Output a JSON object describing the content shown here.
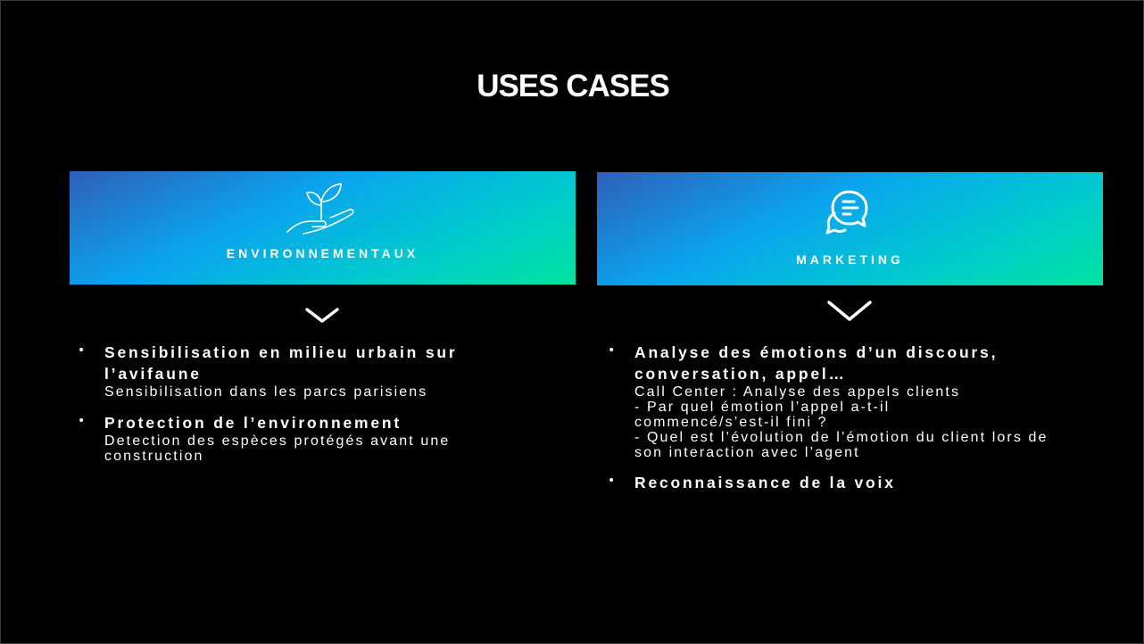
{
  "title": "USES CASES",
  "colors": {
    "background": "#000000",
    "gradient_start": "#2f5fb8",
    "gradient_mid": "#0aa4ee",
    "gradient_end": "#00e3a0",
    "text": "#ffffff"
  },
  "columns": [
    {
      "label": "ENVIRONNEMENTAUX",
      "icon": "hand-plant-icon",
      "items": [
        {
          "title": "Sensibilisation en milieu urbain sur l’avifaune",
          "desc": [
            "Sensibilisation dans les parcs parisiens"
          ]
        },
        {
          "title": "Protection de l’environnement",
          "desc": [
            "Detection des espèces protégés avant une construction"
          ]
        }
      ]
    },
    {
      "label": "MARKETING",
      "icon": "chat-bubbles-icon",
      "items": [
        {
          "title": "Analyse des émotions d’un discours, conversation, appel…",
          "desc": [
            "Call Center : Analyse des appels clients",
            "- Par quel émotion l’appel a-t-il commencé/s’est-il fini ?",
            "- Quel est l’évolution de l’émotion du client lors de son interaction avec l’agent"
          ]
        },
        {
          "title": "Reconnaissance de la voix",
          "desc": []
        }
      ]
    }
  ]
}
